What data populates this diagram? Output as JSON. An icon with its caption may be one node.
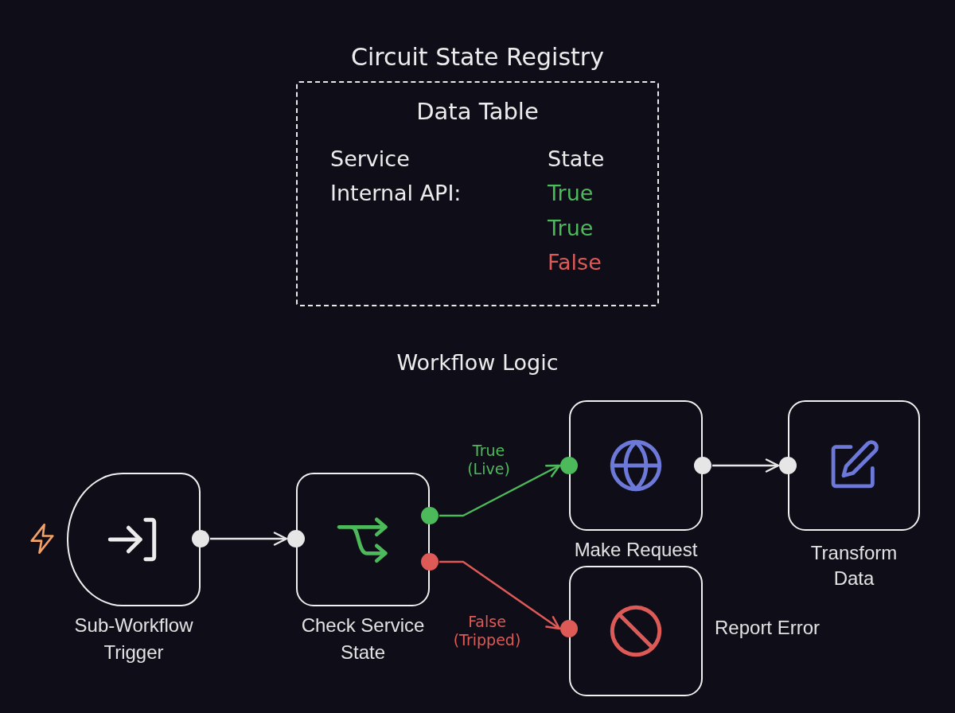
{
  "diagram": {
    "nodes": [
      {
        "text": [
          "Circuit State Registry",
          "Data Table"
        ]
      },
      {
        "text": [
          "Sub-Workflow Trigger"
        ]
      },
      {
        "text": [
          "Check Service State"
        ]
      },
      {
        "text": [
          "Make Request"
        ]
      },
      {
        "text": [
          "Transform Data"
        ]
      },
      {
        "text": [
          "Report Error"
        ]
      }
    ],
    "edges": [
      {
        "from": 1,
        "to": 2,
        "arrow": "to"
      },
      {
        "from": 2,
        "to": 3,
        "arrow": "to",
        "label": "True (Live)",
        "color": "#4cba5a"
      },
      {
        "from": 2,
        "to": 5,
        "arrow": "to",
        "label": "False (Tripped)",
        "color": "#de5a57"
      },
      {
        "from": 3,
        "to": 4,
        "arrow": "to"
      }
    ],
    "labels": [
      "Service",
      "State",
      "Internal API:",
      "True",
      "True",
      "False",
      "Workflow Logic"
    ]
  }
}
